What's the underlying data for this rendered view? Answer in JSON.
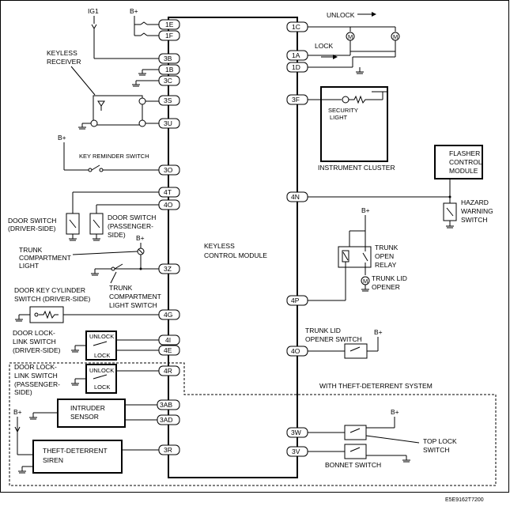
{
  "module": {
    "line1": "KEYLESS",
    "line2": "CONTROL MODULE"
  },
  "pins_left": {
    "p1E": "1E",
    "p1F": "1F",
    "p3B": "3B",
    "p1B": "1B",
    "p3C": "3C",
    "p3S": "3S",
    "p3U": "3U",
    "p3O": "3O",
    "p4T": "4T",
    "p4O": "4O",
    "p3Z": "3Z",
    "p4G": "4G",
    "p4I": "4I",
    "p4E": "4E",
    "p4R": "4R",
    "p3AB": "3AB",
    "p3AD": "3AD",
    "p3R": "3R"
  },
  "pins_right": {
    "p1C": "1C",
    "p1A": "1A",
    "p1D": "1D",
    "p3F": "3F",
    "p4N": "4N",
    "p4P": "4P",
    "p4O": "4O",
    "p3W": "3W",
    "p3V": "3V"
  },
  "labels": {
    "ig1": "IG1",
    "bplus": "B+",
    "keyless_receiver": [
      "KEYLESS",
      "RECEIVER"
    ],
    "key_reminder": "KEY REMINDER SWITCH",
    "door_switch_driver": [
      "DOOR SWITCH",
      "(DRIVER-SIDE)"
    ],
    "door_switch_pass": [
      "DOOR SWITCH",
      "(PASSENGER-",
      "SIDE)"
    ],
    "trunk_light": [
      "TRUNK",
      "COMPARTMENT",
      "LIGHT"
    ],
    "trunk_light_switch": [
      "TRUNK",
      "COMPARTMENT",
      "LIGHT SWITCH"
    ],
    "door_key_cyl": [
      "DOOR KEY CYLINDER",
      "SWITCH (DRIVER-SIDE)"
    ],
    "door_lock_driver": [
      "DOOR LOCK-",
      "LINK SWITCH",
      "(DRIVER-SIDE)"
    ],
    "door_lock_pass": [
      "DOOR LOCK-",
      "LINK SWITCH",
      "(PASSENGER-",
      "SIDE)"
    ],
    "unlock": "UNLOCK",
    "lock": "LOCK",
    "intruder": [
      "INTRUDER",
      "SENSOR"
    ],
    "siren": [
      "THEFT-DETERRENT",
      "SIREN"
    ],
    "top_unlock": "UNLOCK",
    "top_lock": "LOCK",
    "m": "M",
    "security_light": [
      "SECURITY",
      "LIGHT"
    ],
    "instrument_cluster": "INSTRUMENT CLUSTER",
    "flasher": [
      "FLASHER",
      "CONTROL",
      "MODULE"
    ],
    "hazard": [
      "HAZARD",
      "WARNING",
      "SWITCH"
    ],
    "trunk_relay": [
      "TRUNK",
      "OPEN",
      "RELAY"
    ],
    "trunk_opener": [
      "TRUNK LID",
      "OPENER"
    ],
    "trunk_lid_switch": [
      "TRUNK LID",
      "OPENER SWITCH"
    ],
    "with_theft": "WITH THEFT-DETERRENT SYSTEM",
    "top_lock_switch": [
      "TOP LOCK",
      "SWITCH"
    ],
    "bonnet_switch": "BONNET SWITCH",
    "code": "E5E9162T7200"
  }
}
